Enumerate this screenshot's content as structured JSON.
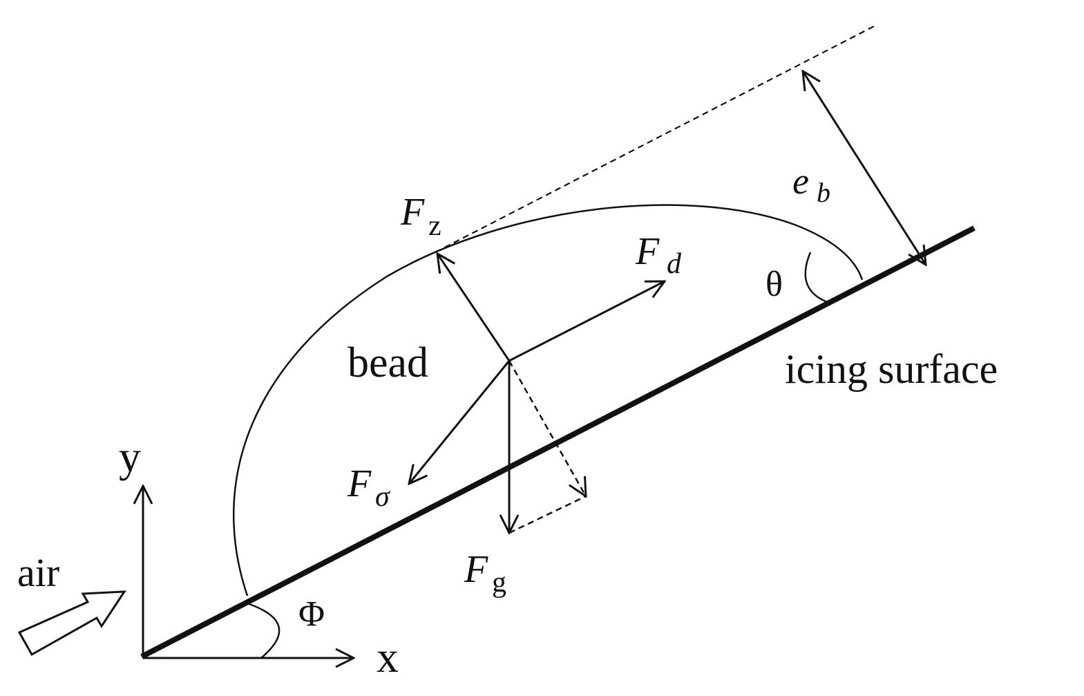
{
  "labels": {
    "air": "air",
    "y_axis": "y",
    "x_axis": "x",
    "phi": "Φ",
    "theta": "θ",
    "bead": "bead",
    "icing_surface": "icing surface",
    "e_b_main": "e",
    "e_b_sub": "b",
    "f_z_main": "F",
    "f_z_sub": "z",
    "f_d_main": "F",
    "f_d_sub": "d",
    "f_sigma_main": "F",
    "f_sigma_sub": "σ",
    "f_g_main": "F",
    "f_g_sub": "g"
  }
}
